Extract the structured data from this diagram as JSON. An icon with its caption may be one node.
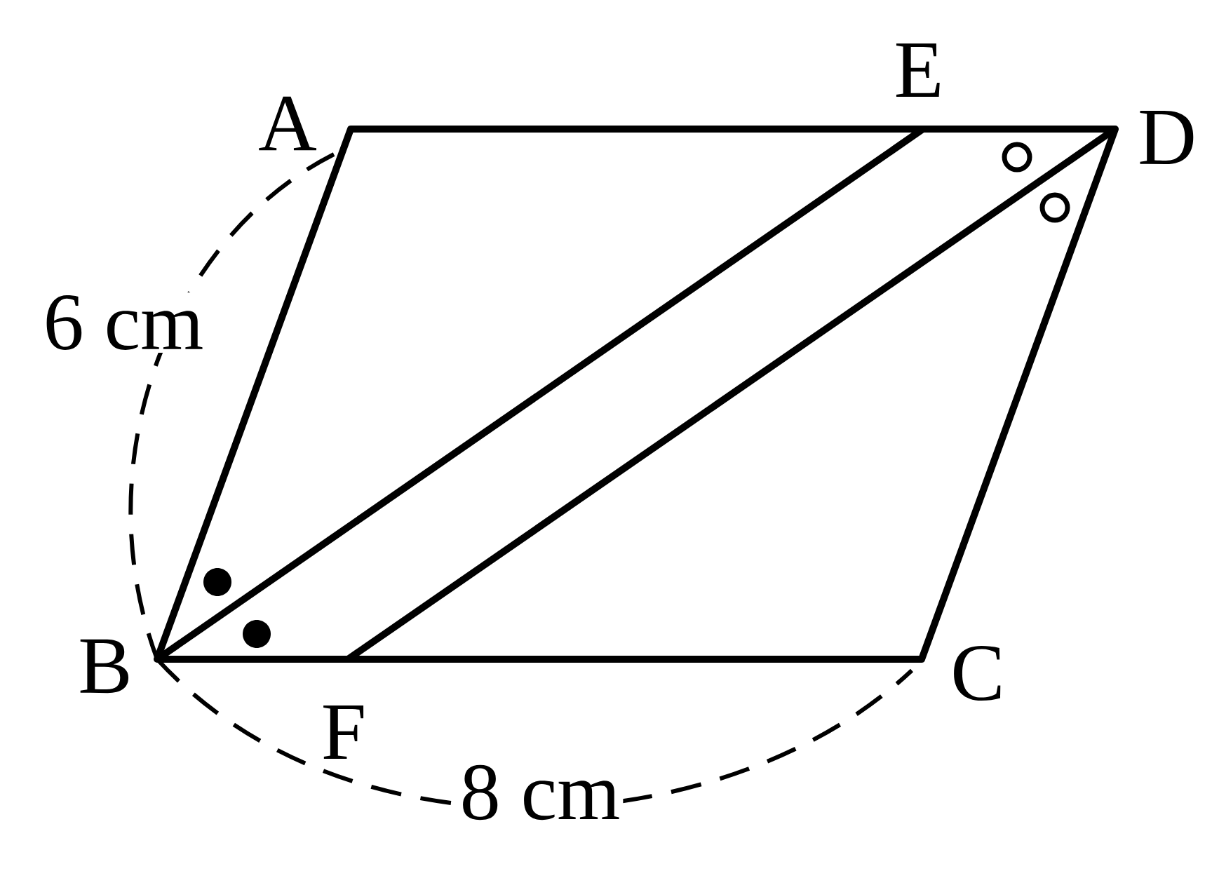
{
  "diagram": {
    "labels": [
      "A",
      "E",
      "D",
      "6 cm",
      "B",
      "C",
      "F",
      "8 cm"
    ]
  }
}
